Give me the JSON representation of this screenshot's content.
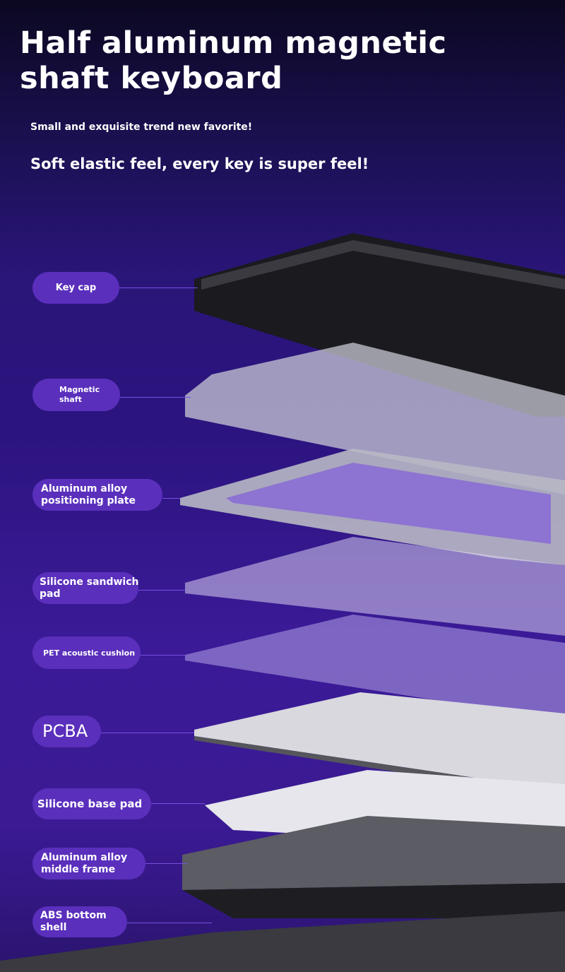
{
  "header": {
    "title_line1": "Half aluminum magnetic",
    "title_line2": "shaft keyboard",
    "subtitle": "Small and exquisite trend new favorite!",
    "tagline": "Soft elastic feel, every key is super feel!"
  },
  "layers": [
    {
      "line1": "Key cap",
      "line2": ""
    },
    {
      "line1": "Magnetic",
      "line2": "shaft"
    },
    {
      "line1": "Aluminum alloy",
      "line2": "positioning plate"
    },
    {
      "line1": "Silicone sandwich",
      "line2": "pad"
    },
    {
      "line1": "PET acoustic cushion",
      "line2": ""
    },
    {
      "line1": "PCBA",
      "line2": ""
    },
    {
      "line1": "Silicone base pad",
      "line2": ""
    },
    {
      "line1": "Aluminum alloy",
      "line2": "middle frame"
    },
    {
      "line1": "ABS bottom",
      "line2": "shell"
    }
  ],
  "colors": {
    "pill": "#5a2fbc",
    "background": "#2c1480"
  }
}
